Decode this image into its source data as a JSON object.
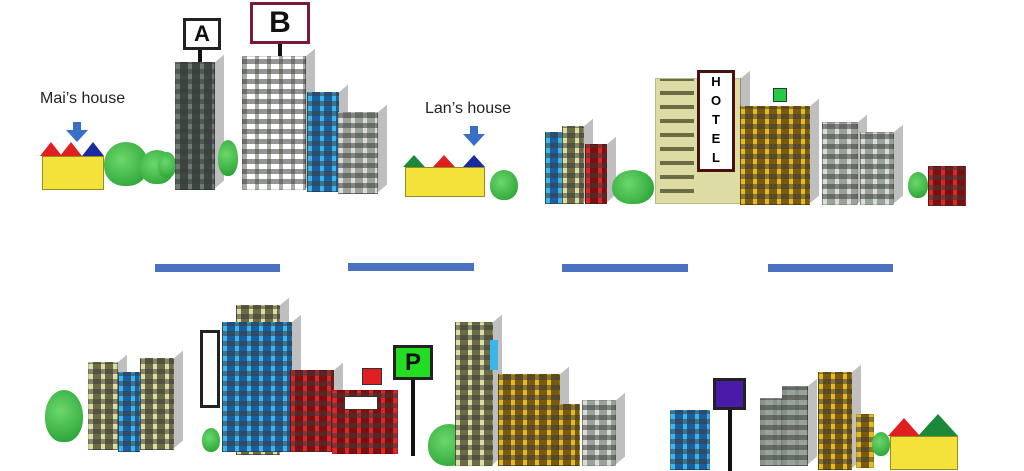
{
  "labels": {
    "mai_house": "Mai’s house",
    "lan_house": "Lan’s house"
  },
  "signs": {
    "a": "A",
    "b": "B",
    "hotel": "HOTEL",
    "parking": "P"
  },
  "colors": {
    "road_dash": "#4a72c0",
    "arrow": "#3a6fc8",
    "parking_sign": "#22dd22",
    "purple_sign": "#4a1aa8"
  }
}
